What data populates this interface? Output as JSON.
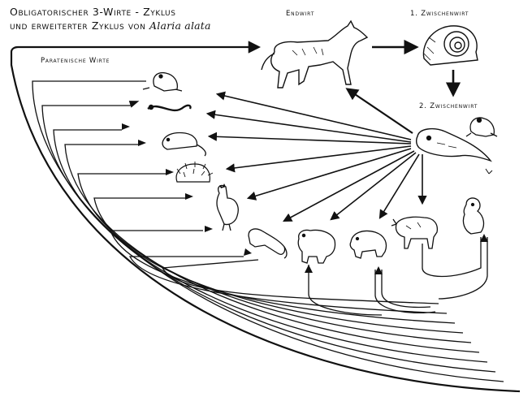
{
  "title": {
    "line1": "Obligatorischer 3-Wirte - Zyklus",
    "line2_prefix": "und erweiterter Zyklus von",
    "line2_species": "Alaria alata"
  },
  "labels": {
    "definitive_host": "Endwirt",
    "first_intermediate": "1. Zwischenwirt",
    "second_intermediate": "2. Zwischenwirt",
    "paratenic": "Paratenische Wirte"
  },
  "icons": {
    "definitive_host": "fox-icon",
    "first_intermediate": "snail-icon",
    "second_intermediate": [
      "frog-icon",
      "tadpole-icon"
    ],
    "paratenic_hosts": [
      "frog-icon",
      "snake-icon",
      "rat-icon",
      "hedgehog-icon",
      "rooster-icon",
      "marten-icon",
      "bear-icon",
      "boar-icon",
      "cattle-icon",
      "monkey-icon"
    ]
  }
}
